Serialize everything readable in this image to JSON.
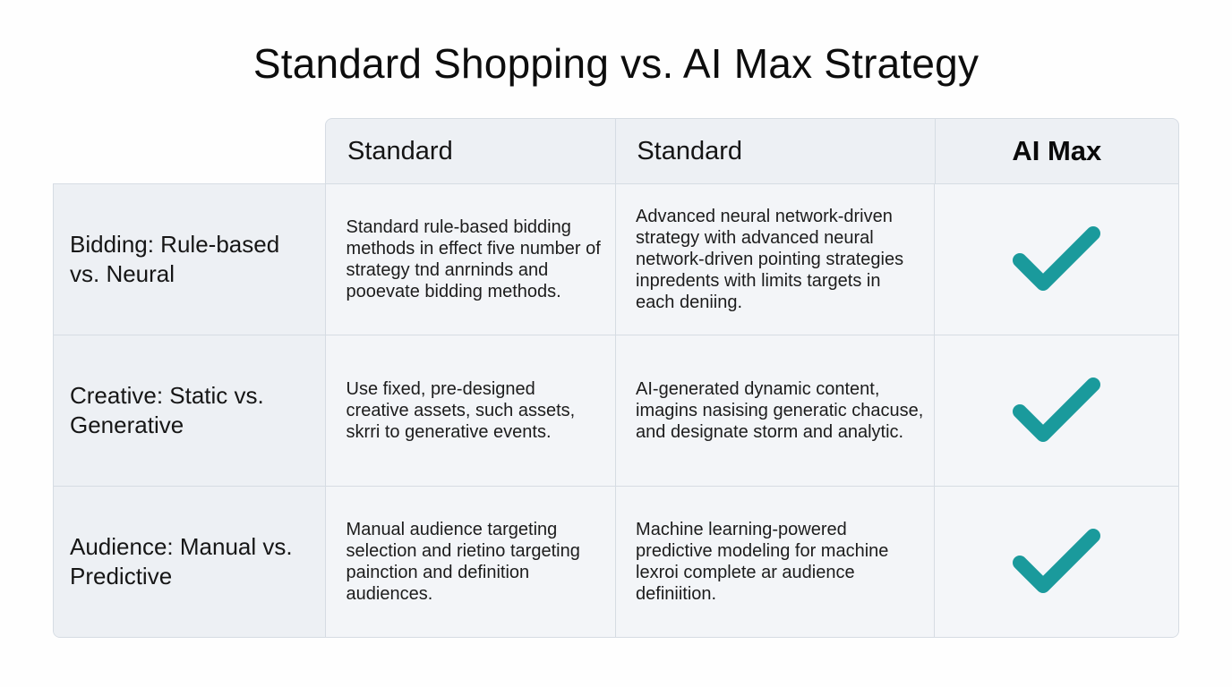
{
  "title": "Standard Shopping vs. AI Max Strategy",
  "colors": {
    "check": "#1a9a9c",
    "header_bg": "#edf0f4",
    "cell_bg": "#f3f5f8",
    "border": "#d6dce3"
  },
  "table": {
    "headers": [
      "Standard",
      "Standard",
      "AI Max"
    ],
    "rows": [
      {
        "label": "Bidding: Rule-based vs. Neural",
        "standard": "Standard rule-based bidding methods in effect five number of strategy tnd anrninds and pooevate bidding methods.",
        "advanced": "Advanced neural network-driven strategy with advanced neural network-driven pointing strategies inpredents with limits targets in each deniing.",
        "ai_max": "check-icon"
      },
      {
        "label": "Creative: Static vs. Generative",
        "standard": "Use fixed, pre-designed creative assets, such assets, skrri to generative events.",
        "advanced": "AI-generated dynamic content, imagins nasising generatic chacuse, and designate storm and analytic.",
        "ai_max": "check-icon"
      },
      {
        "label": "Audience: Manual vs. Predictive",
        "standard": "Manual audience targeting selection and rietino targeting painction and definition audiences.",
        "advanced": "Machine learning-powered predictive modeling for machine lexroi complete ar audience definiition.",
        "ai_max": "check-icon"
      }
    ]
  }
}
